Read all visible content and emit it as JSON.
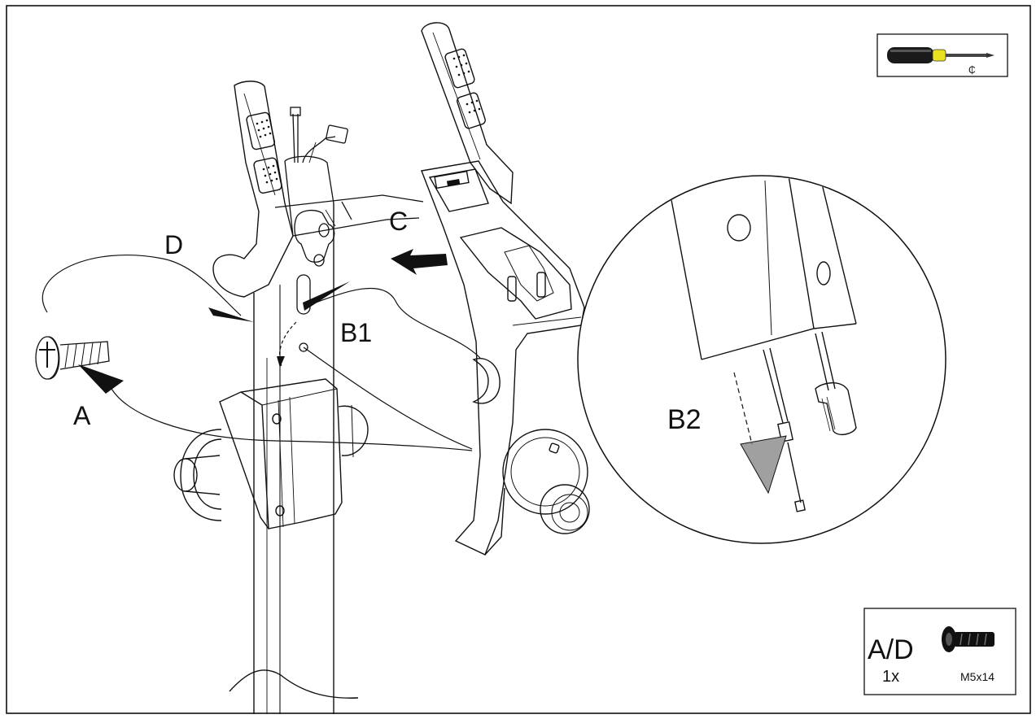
{
  "labels": {
    "a": "A",
    "b1": "B1",
    "b2": "B2",
    "c": "C",
    "d": "D"
  },
  "parts_box": {
    "ref": "A/D",
    "qty": "1x",
    "size": "M5x14"
  },
  "tool_box": {
    "icon": "screwdriver-icon",
    "size_mark": "₵"
  },
  "colors": {
    "ink": "#111111",
    "tool_yellow": "#e8e020",
    "arrow_gray": "#a0a0a0"
  }
}
